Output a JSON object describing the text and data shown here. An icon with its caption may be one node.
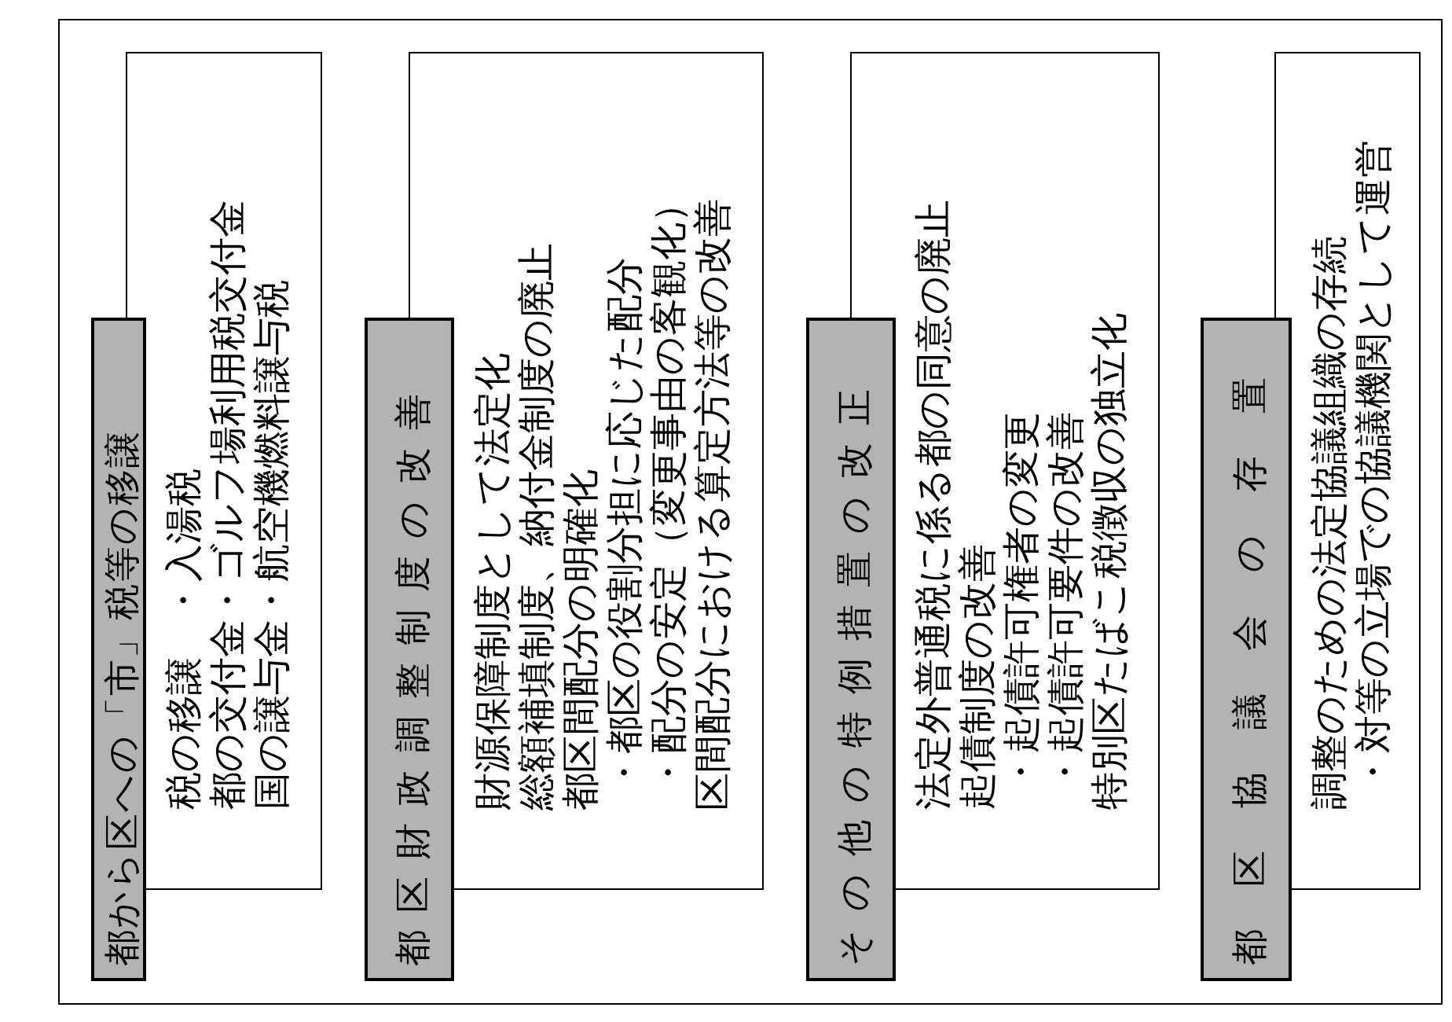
{
  "diagram": {
    "nodes": [
      {
        "text": [
          "都から区への「市」税等の移譲"
        ]
      },
      {
        "text": [
          "税の移譲　・入湯税",
          "都の交付金・ゴルフ場利用税交付金",
          "国の譲与金・航空機燃料譲与税"
        ]
      },
      {
        "text": [
          "都区財政調整制度の改善"
        ]
      },
      {
        "text": [
          "財源保障制度として法定化",
          "総額補填制度、納付金制度の廃止",
          "都区間配分の明確化",
          "・都区の役割分担に応じた配分",
          "・配分の安定（変更事由の客観化）",
          "区間配分における算定方法等の改善"
        ]
      },
      {
        "text": [
          "その他の特例措置の改正"
        ]
      },
      {
        "text": [
          "法定外普通税に係る都の同意の廃止",
          "起債制度の改善",
          "・起債許可権者の変更",
          "・起債許可要件の改善",
          "特別区たばこ税徴収の独立化"
        ]
      },
      {
        "text": [
          "都区協議会の存置"
        ]
      },
      {
        "text": [
          "調整のための法定協議組織の存続",
          "・対等の立場での協議機関として運営"
        ]
      }
    ]
  }
}
